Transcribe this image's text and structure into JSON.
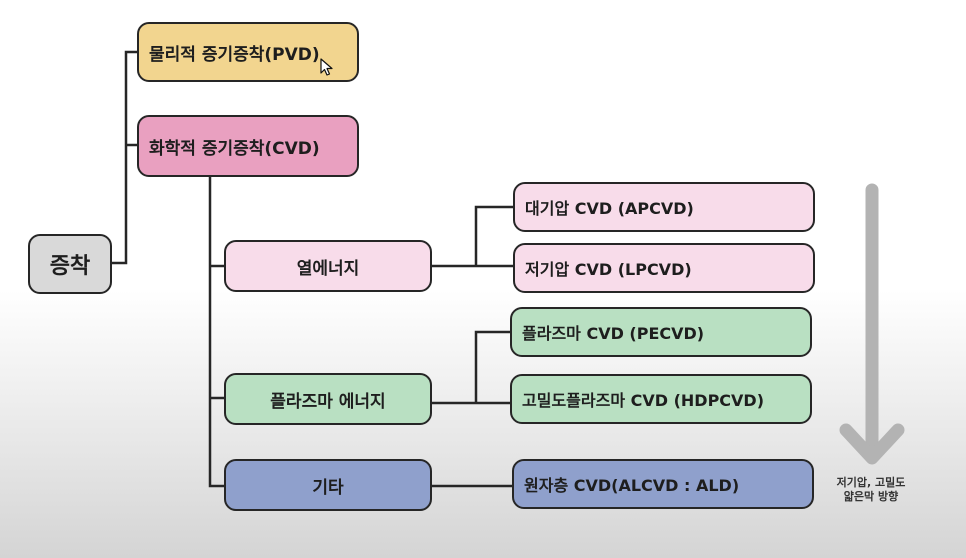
{
  "diagram": {
    "root": "증착",
    "pvd": "물리적 증기증착(PVD)",
    "cvd": "화학적 증기증착(CVD)",
    "thermal": "열에너지",
    "plasma": "플라즈마 에너지",
    "other": "기타",
    "apcvd": "대기압 CVD (APCVD)",
    "lpcvd": "저기압 CVD (LPCVD)",
    "pecvd": "플라즈마 CVD (PECVD)",
    "hdpcvd": "고밀도플라즈마 CVD (HDPCVD)",
    "alcvd": "원자층 CVD(ALCVD : ALD)"
  },
  "side_note": {
    "line1": "저기압, 고밀도",
    "line2": "얇은막 방향"
  },
  "colors": {
    "gray": "#d9d9d9",
    "yellow": "#f2d58f",
    "pink": "#e9a0c0",
    "light_pink": "#f8dcea",
    "green": "#b9e0c2",
    "blue": "#8fa0cc",
    "arrow": "#b3b3b3"
  }
}
